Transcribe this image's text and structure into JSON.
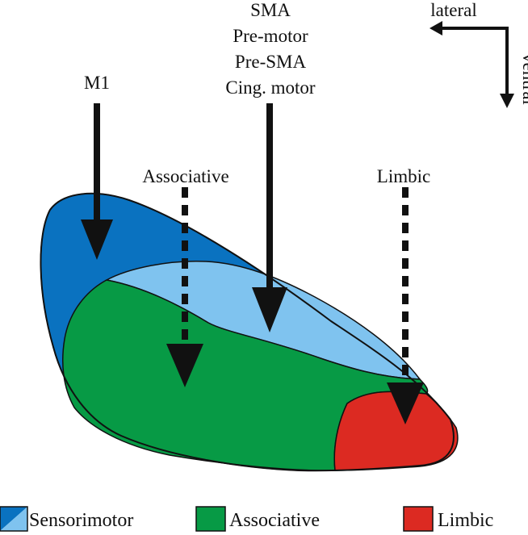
{
  "labels": {
    "m1": "M1",
    "motor_group": [
      "SMA",
      "Pre-motor",
      "Pre-SMA",
      "Cing. motor"
    ],
    "associative": "Associative",
    "limbic": "Limbic",
    "lateral": "lateral",
    "ventral": "ventral"
  },
  "legend": [
    {
      "label": "Sensorimotor"
    },
    {
      "label": "Associative"
    },
    {
      "label": "Limbic"
    }
  ],
  "colors": {
    "sensorimotor_dark": "#0a72c0",
    "sensorimotor_light": "#7fc3ef",
    "associative": "#079a45",
    "limbic": "#dc2a22",
    "arrow": "#111111"
  }
}
